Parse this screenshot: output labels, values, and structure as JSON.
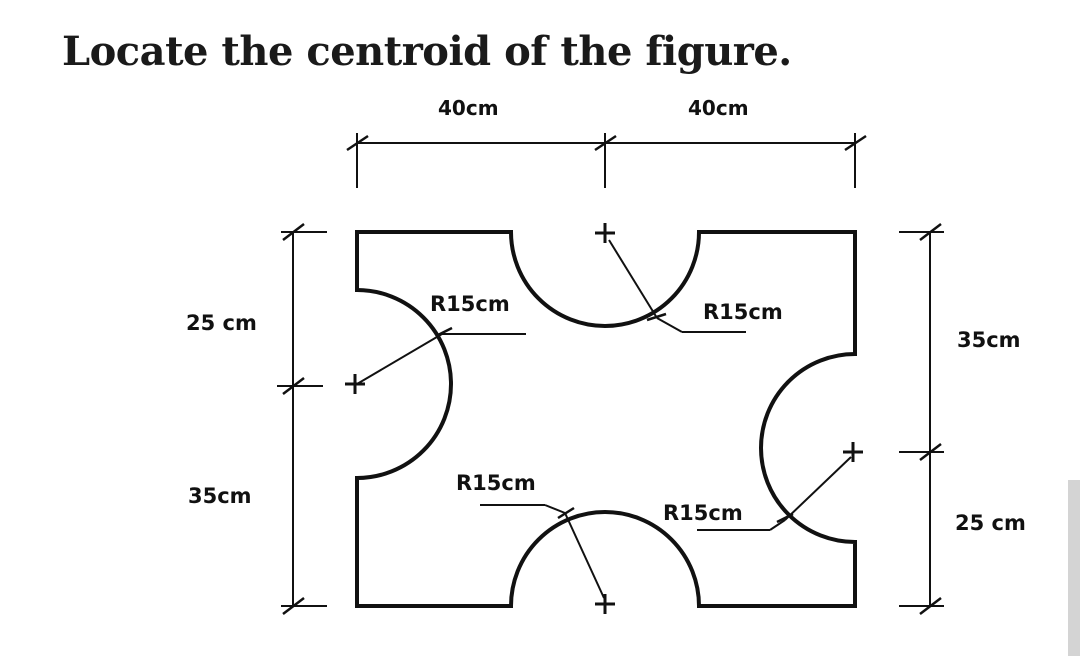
{
  "title": "Locate the centroid of the figure.",
  "labels": {
    "top_left_width": "40cm",
    "top_right_width": "40cm",
    "left_upper_height": "25 cm",
    "left_lower_height": "35cm",
    "right_upper_height": "35cm",
    "right_lower_height": "25 cm",
    "radius_left": "R15cm",
    "radius_top": "R15cm",
    "radius_bottom": "R15cm",
    "radius_right": "R15cm"
  },
  "colors": {
    "line": "#111111",
    "background": "#ffffff"
  }
}
